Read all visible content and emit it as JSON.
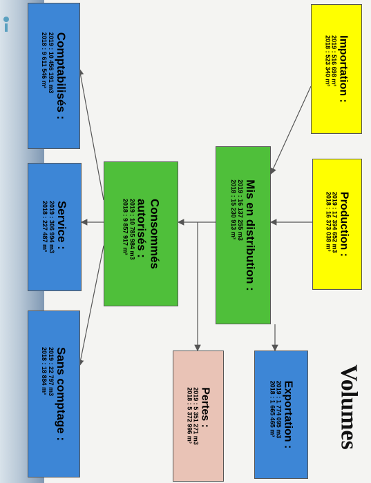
{
  "heading": "Volumes",
  "boxes": {
    "importation": {
      "title": "Importation :",
      "v2019": "2019 : 516 698 m³",
      "v2018": "2018 : 523 340 m³"
    },
    "production": {
      "title": "Production :",
      "v2019": "2019 : 17 394 652 m3",
      "v2018": "2018 : 16 373 038 m³"
    },
    "mis_en_distribution": {
      "title": "Mis en distribution :",
      "v2019": "2019 : 16 137 255 m3",
      "v2018": "2018 : 15 230 913 m³"
    },
    "exportation": {
      "title": "Exportation :",
      "v2019": "2019 : 1 774 095 m3",
      "v2018": "2018 : 1 665 465 m³"
    },
    "consommes_autorises": {
      "title1": "Consommés",
      "title2": "autorisés :",
      "v2019": "2019 : 10 785 984 m3",
      "v2018": "2018 : 9 857 917 m³"
    },
    "pertes": {
      "title": "Pertes :",
      "v2019": "2019 : 5 351 271 m3",
      "v2018": "2018 : 5 372 996 m³"
    },
    "comptabilises": {
      "title": "Comptabilisés :",
      "v2019": "2019 : 10 456 191 m3",
      "v2018": "2018 : 9 611 546 m³"
    },
    "service": {
      "title": "Service :",
      "v2019": "2019 : 306 994 m3",
      "v2018": "2018 : 227 487 m³"
    },
    "sans_comptage": {
      "title": "Sans comptage :",
      "v2019": "2019 : 22 797 m3",
      "v2018": "2018 : 18 884 m³"
    }
  },
  "colors": {
    "yellow": "#ffff00",
    "green": "#4fbf3a",
    "blue": "#3d86d6",
    "pink": "#e9c3b6"
  }
}
